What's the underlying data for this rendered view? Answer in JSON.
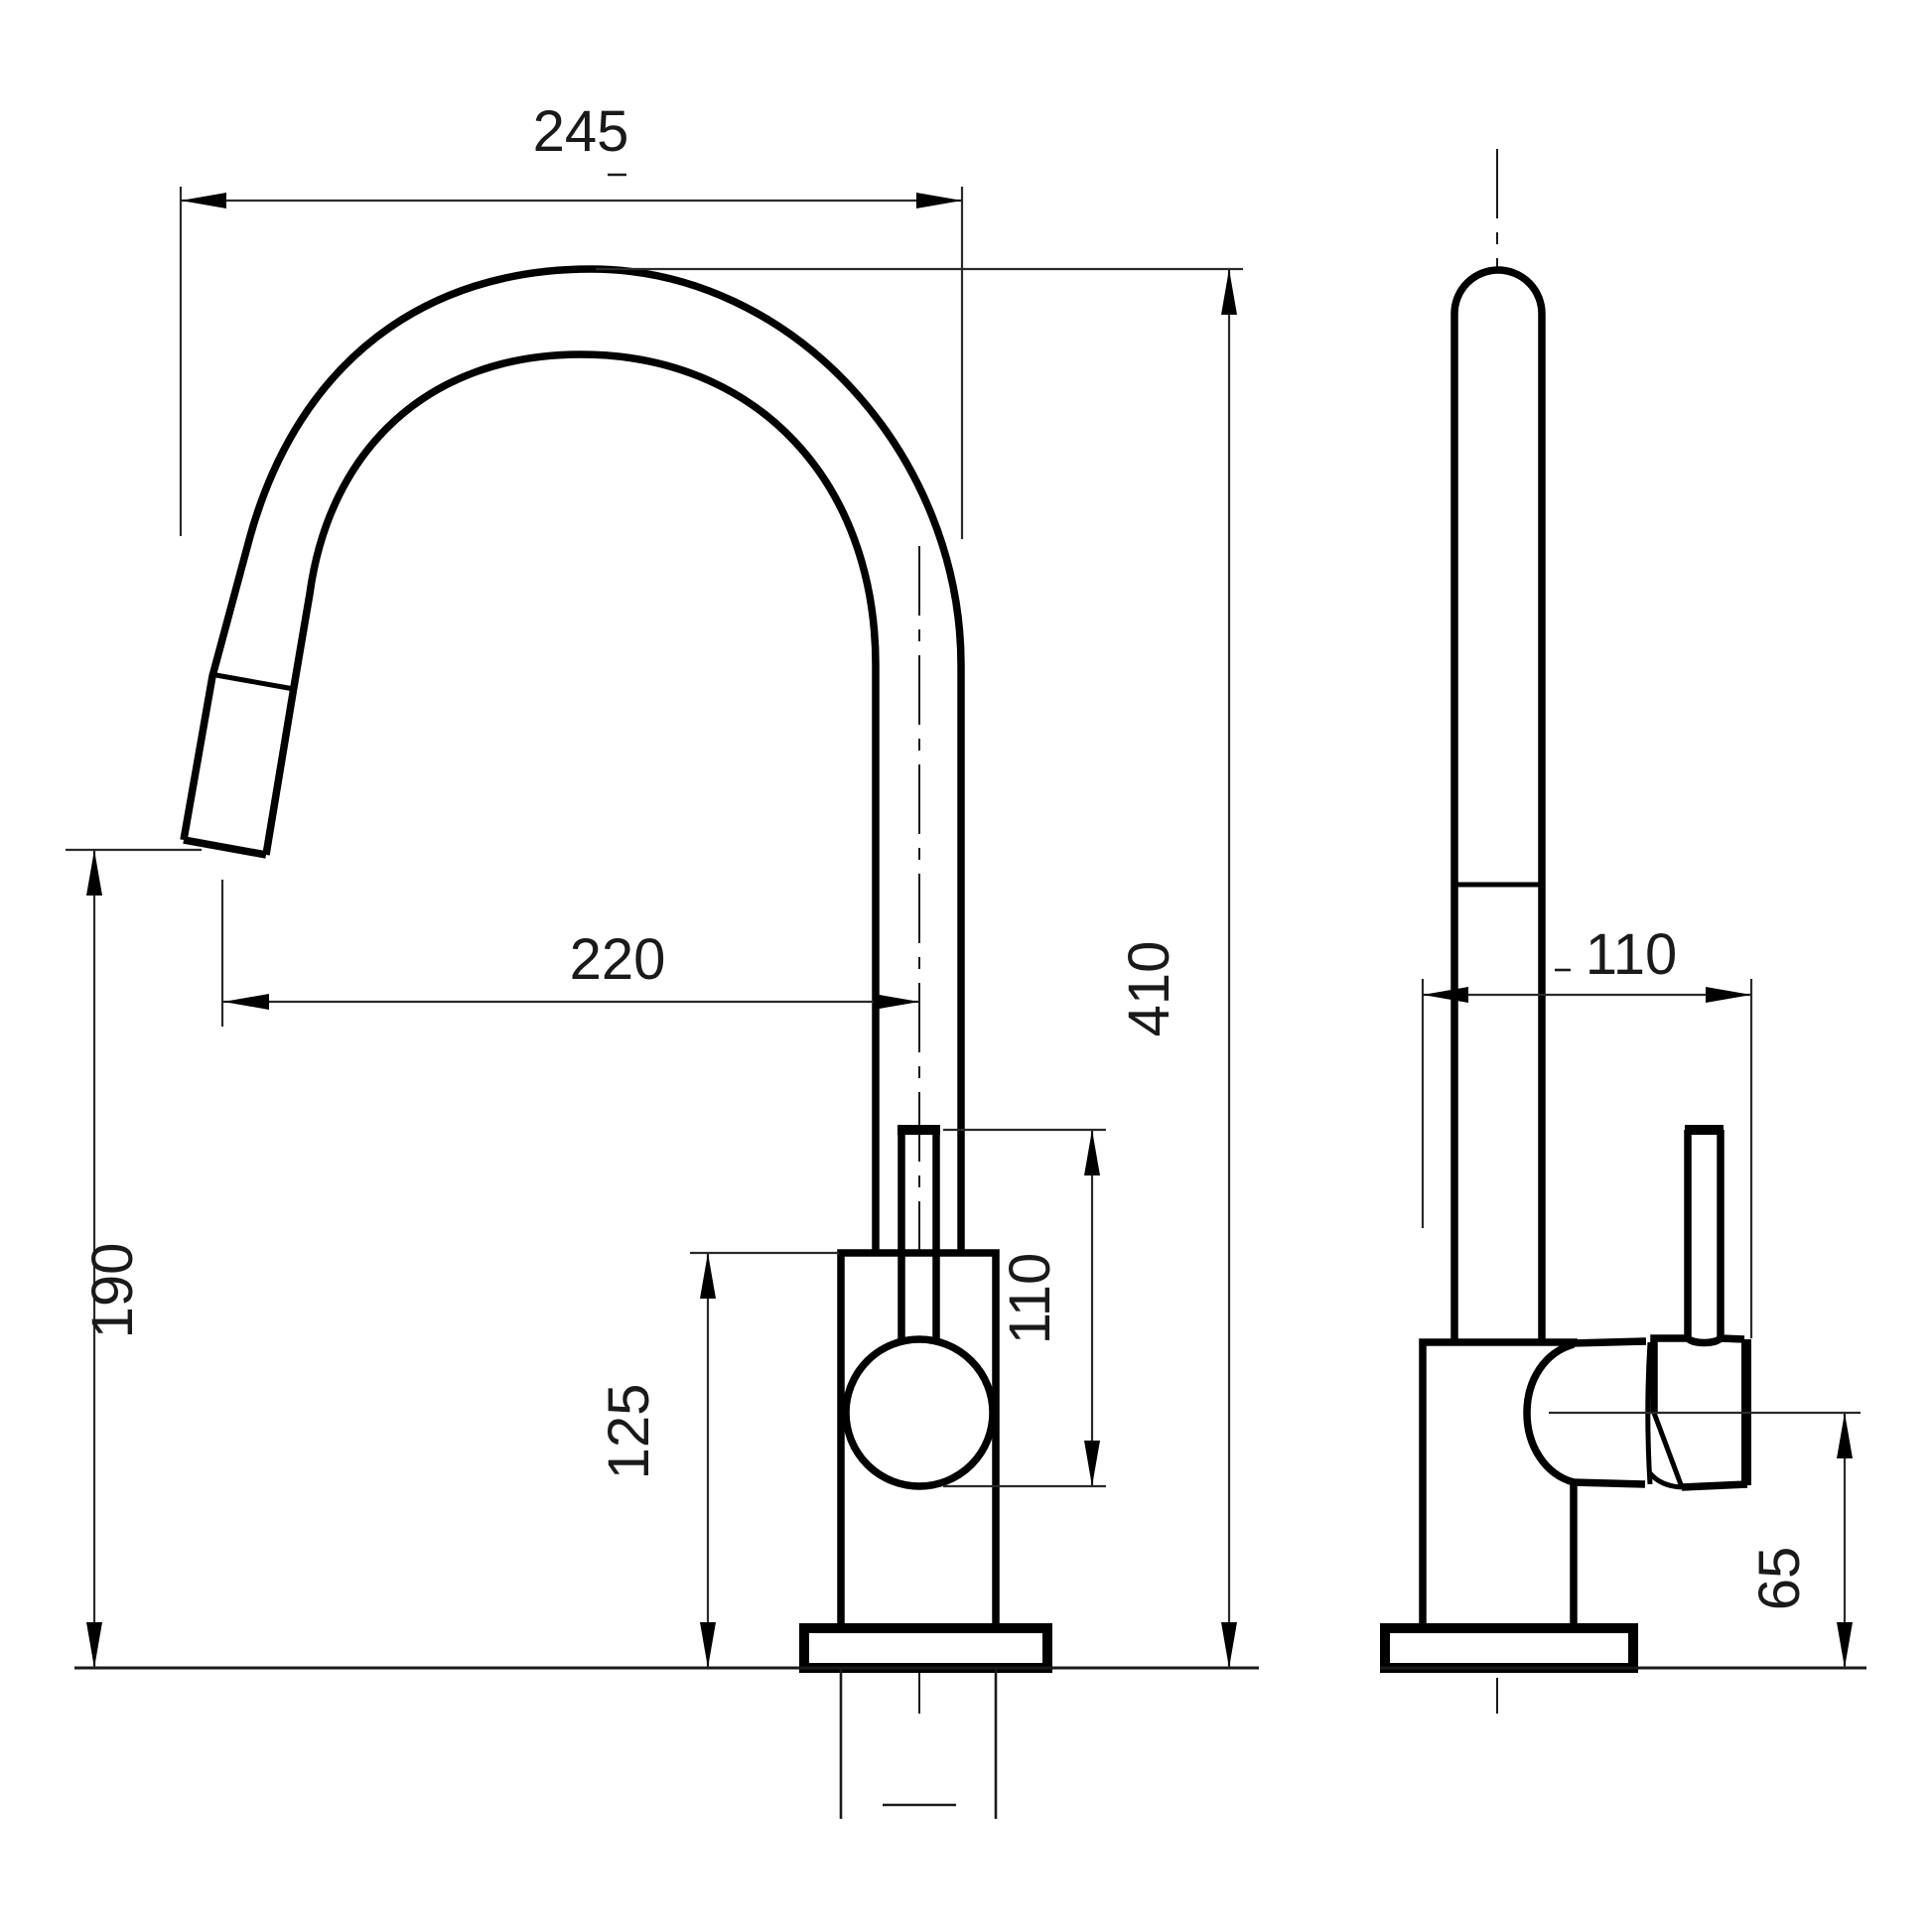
{
  "drawing": {
    "title": "Kitchen mixer tap dimensional drawing",
    "type": "technical-drawing",
    "background_color": "#ffffff",
    "line_color": "#000000",
    "views": {
      "front_view": "faucet with curved gooseneck spout, pull-out spray head, valve body, lever pin and base flange",
      "side_view": "faucet column with rounded top, side lever handle, valve knuckle and base flange"
    }
  },
  "labels": {
    "d245": "245",
    "d220": "220",
    "d190": "190",
    "d125": "125",
    "d110_front": "110",
    "d410": "410",
    "d110_side": "110",
    "d65": "65"
  },
  "dimensions": {
    "front_view": [
      {
        "id": "d245",
        "value": 245,
        "orientation": "horizontal",
        "measures": "overall spout reach from spray tip to riser outer edge"
      },
      {
        "id": "d220",
        "value": 220,
        "orientation": "horizontal",
        "measures": "spray outlet to faucet centerline"
      },
      {
        "id": "d190",
        "value": 190,
        "orientation": "vertical",
        "measures": "spray outlet height above counter"
      },
      {
        "id": "d125",
        "value": 125,
        "orientation": "vertical",
        "measures": "valve body height above counter"
      },
      {
        "id": "d110_front",
        "value": 110,
        "orientation": "vertical",
        "measures": "lever pin top to valve circle bottom"
      },
      {
        "id": "d410",
        "value": 410,
        "orientation": "vertical",
        "measures": "overall height above counter"
      }
    ],
    "side_view": [
      {
        "id": "d110_side",
        "value": 110,
        "orientation": "horizontal",
        "measures": "body front to lever back"
      },
      {
        "id": "d65",
        "value": 65,
        "orientation": "vertical",
        "measures": "valve axis height above counter"
      }
    ]
  }
}
